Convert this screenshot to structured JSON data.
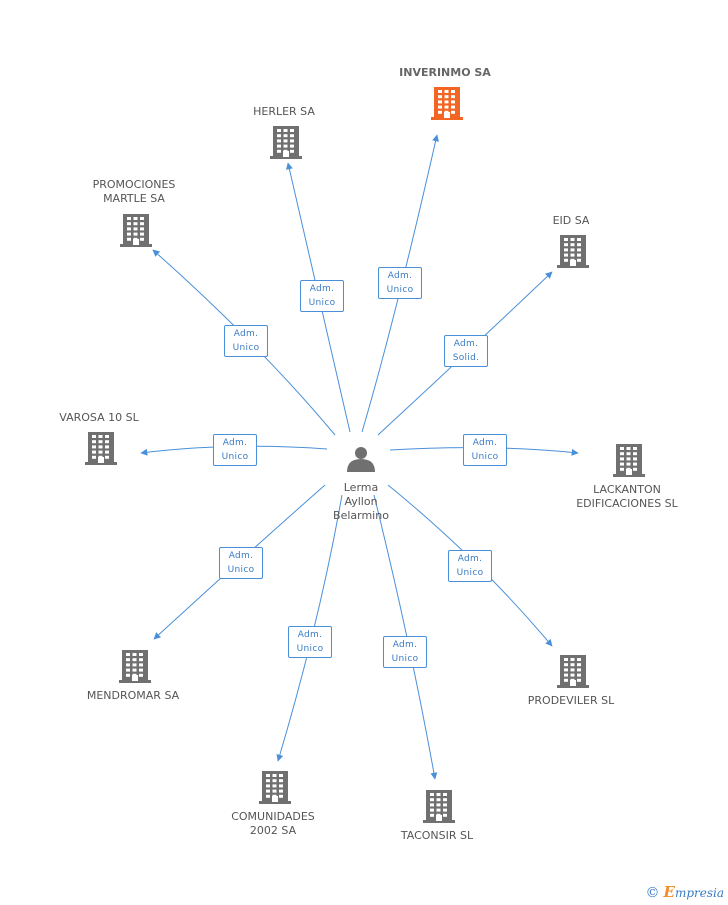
{
  "center": {
    "name_lines": [
      "Lerma",
      "Ayllon",
      "Belarmino"
    ],
    "icon": "person-icon"
  },
  "companies": [
    {
      "id": "inverinmo",
      "lines": [
        "INVERINMO SA"
      ],
      "highlight": true,
      "role": [
        "Adm.",
        "Unico"
      ]
    },
    {
      "id": "herler",
      "lines": [
        "HERLER SA"
      ],
      "highlight": false,
      "role": [
        "Adm.",
        "Unico"
      ]
    },
    {
      "id": "promociones-martle",
      "lines": [
        "PROMOCIONES",
        "MARTLE SA"
      ],
      "highlight": false,
      "role": [
        "Adm.",
        "Unico"
      ]
    },
    {
      "id": "eid",
      "lines": [
        "EID SA"
      ],
      "highlight": false,
      "role": [
        "Adm.",
        "Solid."
      ]
    },
    {
      "id": "varosa",
      "lines": [
        "VAROSA 10 SL"
      ],
      "highlight": false,
      "role": [
        "Adm.",
        "Unico"
      ]
    },
    {
      "id": "lackanton",
      "lines": [
        "LACKANTON",
        "EDIFICACIONES SL"
      ],
      "highlight": false,
      "role": [
        "Adm.",
        "Unico"
      ]
    },
    {
      "id": "mendromar",
      "lines": [
        "MENDROMAR SA"
      ],
      "highlight": false,
      "role": [
        "Adm.",
        "Unico"
      ]
    },
    {
      "id": "prodeviler",
      "lines": [
        "PRODEVILER SL"
      ],
      "highlight": false,
      "role": [
        "Adm.",
        "Unico"
      ]
    },
    {
      "id": "comunidades",
      "lines": [
        "COMUNIDADES",
        "2002 SA"
      ],
      "highlight": false,
      "role": [
        "Adm.",
        "Unico"
      ]
    },
    {
      "id": "taconsir",
      "lines": [
        "TACONSIR SL"
      ],
      "highlight": false,
      "role": [
        "Adm.",
        "Unico"
      ]
    }
  ],
  "colors": {
    "building": "#707070",
    "building_highlight": "#f26522",
    "edge": "#4a90d9",
    "person": "#707070"
  },
  "footer": {
    "copyright_symbol": "©",
    "brand_initial": "E",
    "brand_rest": "mpresia"
  }
}
